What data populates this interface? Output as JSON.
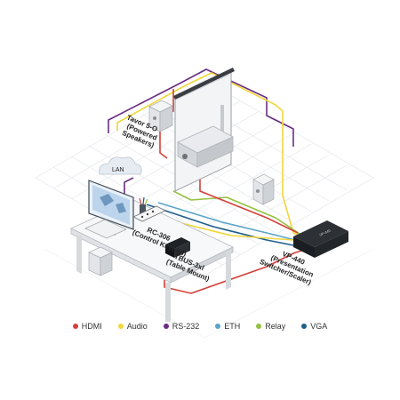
{
  "devices": {
    "speakers": {
      "label": [
        "Tavor 5-O",
        "(Powered",
        "Speakers)"
      ]
    },
    "keypad": {
      "label": [
        "RC-306",
        "(Control Keypad)"
      ]
    },
    "table_mount": {
      "label": [
        "TBUS-3xl",
        "(Table Mount)"
      ]
    },
    "switcher": {
      "label": [
        "VP-440",
        "(Presentation",
        "Switcher/Scaler)"
      ]
    },
    "lan": {
      "label": "LAN"
    }
  },
  "legend": [
    {
      "label": "HDMI",
      "color": "#d3413a"
    },
    {
      "label": "Audio",
      "color": "#f2d63b"
    },
    {
      "label": "RS-232",
      "color": "#6b2d82"
    },
    {
      "label": "ETH",
      "color": "#5aa4c8"
    },
    {
      "label": "Relay",
      "color": "#93c13e"
    },
    {
      "label": "VGA",
      "color": "#1f5f8b"
    }
  ]
}
